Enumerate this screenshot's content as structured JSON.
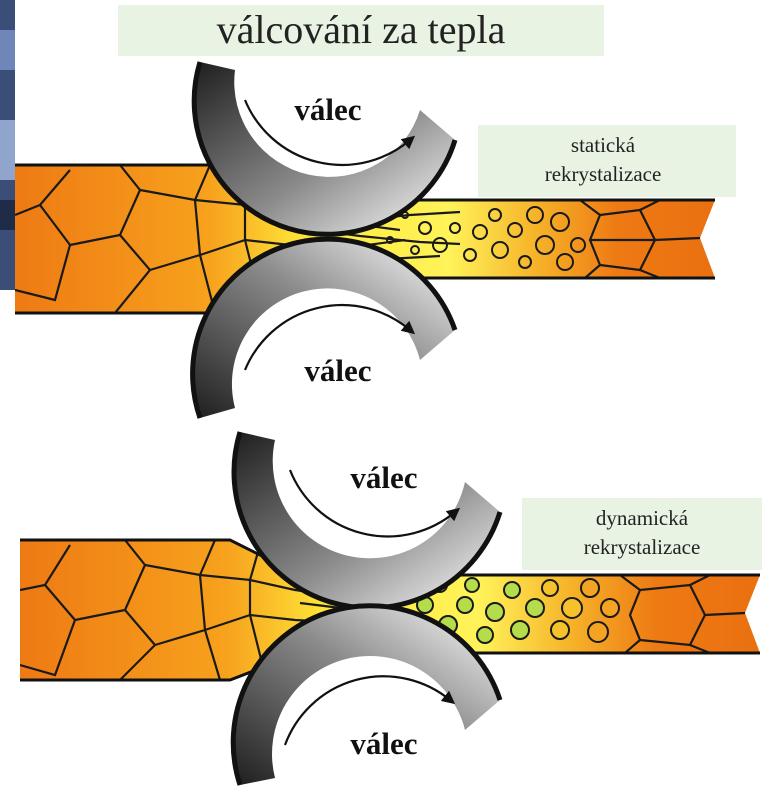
{
  "title": "válcování za tepla",
  "upper_process": {
    "roll_top_label": "válec",
    "roll_bottom_label": "válec",
    "note_line1": "statická",
    "note_line2": "rekrystalizace"
  },
  "lower_process": {
    "roll_top_label": "válec",
    "roll_bottom_label": "válec",
    "note_line1": "dynamická",
    "note_line2": "rekrystalizace"
  },
  "colors": {
    "note_box": "#e8f3e4",
    "grain_orange": "#ee7a14",
    "grain_yellow": "#ffe93a",
    "grain_green": "#b5dc4a",
    "roll_dark": "#2a2a2a",
    "grain_boundary": "#1a1a1a"
  },
  "icons": [
    "roll-rotation-arrow-icon"
  ]
}
